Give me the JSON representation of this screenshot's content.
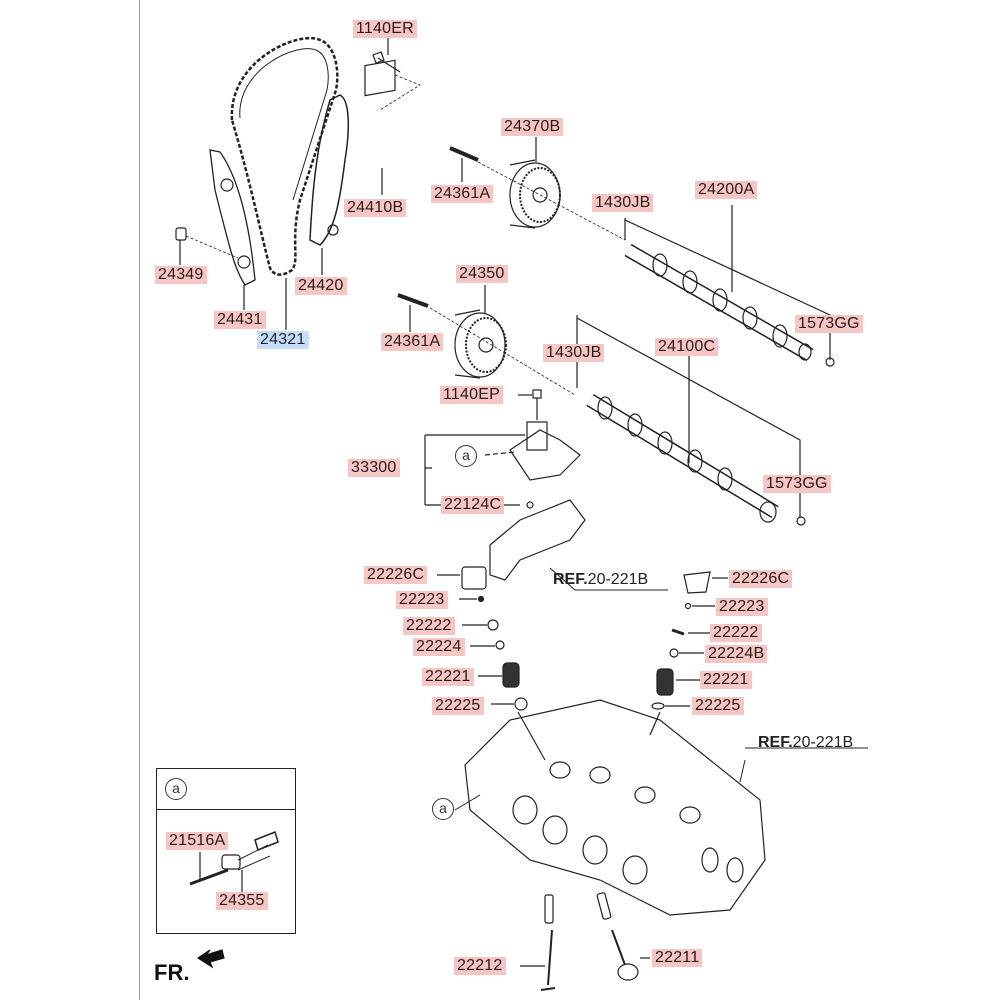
{
  "diagram": {
    "title": "Timing chain / camshaft / cylinder head exploded parts diagram",
    "label_color": "#f5c6c3",
    "selected_label_color": "#c9dcf5",
    "selected_part": "24321",
    "parts": {
      "p1140ER": "1140ER",
      "p24410B": "24410B",
      "p24349": "24349",
      "p24431": "24431",
      "p24321": "24321",
      "p24420": "24420",
      "p24370B": "24370B",
      "p24361A_top": "24361A",
      "p1430JB_top": "1430JB",
      "p24200A": "24200A",
      "p1573GG_top": "1573GG",
      "p24350": "24350",
      "p24361A_bot": "24361A",
      "p1430JB_bot": "1430JB",
      "p24100C": "24100C",
      "p1140EP": "1140EP",
      "p33300": "33300",
      "p22124C": "22124C",
      "p1573GG_bot": "1573GG",
      "p22226C_left": "22226C",
      "p22226C_right": "22226C",
      "p22223_left": "22223",
      "p22223_right": "22223",
      "p22222_left": "22222",
      "p22222_right": "22222",
      "p22224": "22224",
      "p22224B": "22224B",
      "p22221_left": "22221",
      "p22221_right": "22221",
      "p22225_left": "22225",
      "p22225_right": "22225",
      "p22212": "22212",
      "p22211": "22211"
    },
    "refs": {
      "ref1_bold": "REF.",
      "ref1_num": "20-221B",
      "ref2_bold": "REF.",
      "ref2_num": "20-221B"
    },
    "callout_marker": "a",
    "inset": {
      "marker": "a",
      "parts": {
        "p21516A": "21516A",
        "p24355": "24355"
      }
    },
    "front_indicator": "FR."
  }
}
